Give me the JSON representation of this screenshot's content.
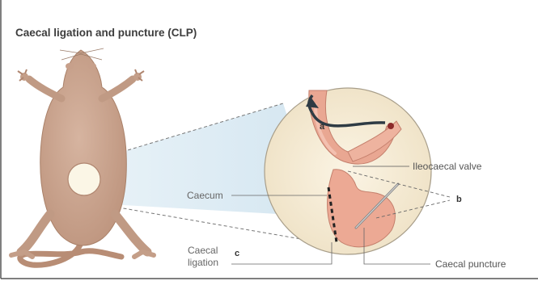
{
  "title": "Caecal ligation and puncture (CLP)",
  "labels": {
    "a": "a",
    "b": "b",
    "c": "c",
    "ileocaecal_valve": "Ileocaecal valve",
    "caecum": "Caecum",
    "caecal_ligation_line1": "Caecal",
    "caecal_ligation_line2": "ligation",
    "caecal_puncture": "Caecal puncture"
  },
  "colors": {
    "body_fill": "#c9a590",
    "body_stroke": "#a98068",
    "magnifier_fill": "#f4ead4",
    "intestine_fill": "#ebaa95",
    "intestine_stroke": "#c47f6c",
    "cone_fill": "#dcebf4",
    "arrow": "#2e3b44",
    "text": "#4a4a4a",
    "frame": "#555555"
  }
}
